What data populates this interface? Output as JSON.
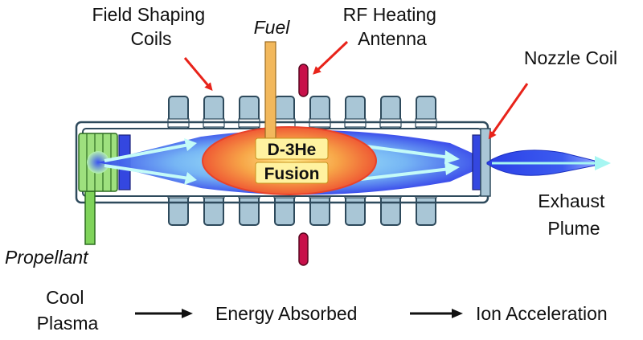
{
  "labels": {
    "field_shaping_coils": [
      "Field Shaping",
      "Coils"
    ],
    "fuel": "Fuel",
    "rf_heating_antenna": [
      "RF Heating",
      "Antenna"
    ],
    "nozzle_coil": "Nozzle Coil",
    "fusion_core": [
      "D-3He",
      "Fusion"
    ],
    "exhaust_plume": [
      "Exhaust",
      "Plume"
    ],
    "propellant": "Propellant"
  },
  "process": {
    "steps": [
      [
        "Cool",
        "Plasma"
      ],
      [
        "Energy Absorbed"
      ],
      [
        "Ion Acceleration"
      ]
    ]
  },
  "colors": {
    "coil": "#a9c6d6",
    "coil_stroke": "#2e4a5c",
    "plasma_blue": "#3b55f0",
    "plasma_cyan": "#8ff3f0",
    "fusion_orange": "#f06a3a",
    "fusion_yellow": "#ffe98a",
    "pointer_red": "#e8231a",
    "antenna": "#c8104a",
    "propellant_green": "#7fd35a",
    "fuel_line": "#f2b85c"
  }
}
